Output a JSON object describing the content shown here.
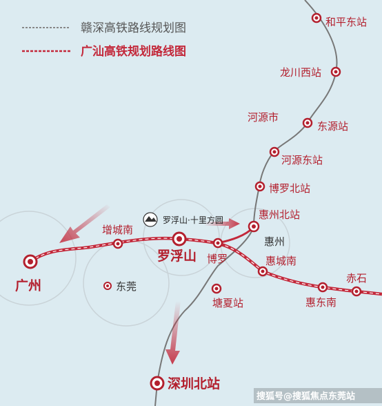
{
  "legend": {
    "ganshen_label": "赣深高铁路线规划图",
    "guangshan_label": "广汕高铁规划路线图",
    "ganshen_color": "#666666",
    "guangshan_color": "#c3283a"
  },
  "colors": {
    "background": "#dcebf1",
    "station_red": "#b3202e",
    "rail_red": "#c3283a",
    "rail_gray": "#777777"
  },
  "stations": {
    "heping_east": "和平东站",
    "longchuan_west": "龙川西站",
    "heyuan_city": "河源市",
    "dongyuan": "东源站",
    "heyuan_east": "河源东站",
    "boluo_north": "博罗北站",
    "huizhou_north": "惠州北站",
    "huizhou": "惠州",
    "huicheng_south": "惠城南",
    "chishi": "赤石",
    "huidong_south": "惠东南",
    "boluo": "博罗",
    "tangxia": "塘夏站",
    "luofushan": "罗浮山",
    "zengcheng_south": "增城南",
    "guangzhou": "广州",
    "dongguan": "东莞",
    "shenzhen_north": "深圳北站"
  },
  "project_label": "罗浮山·十里方圆",
  "watermark": "搜狐号@搜狐焦点东莞站"
}
